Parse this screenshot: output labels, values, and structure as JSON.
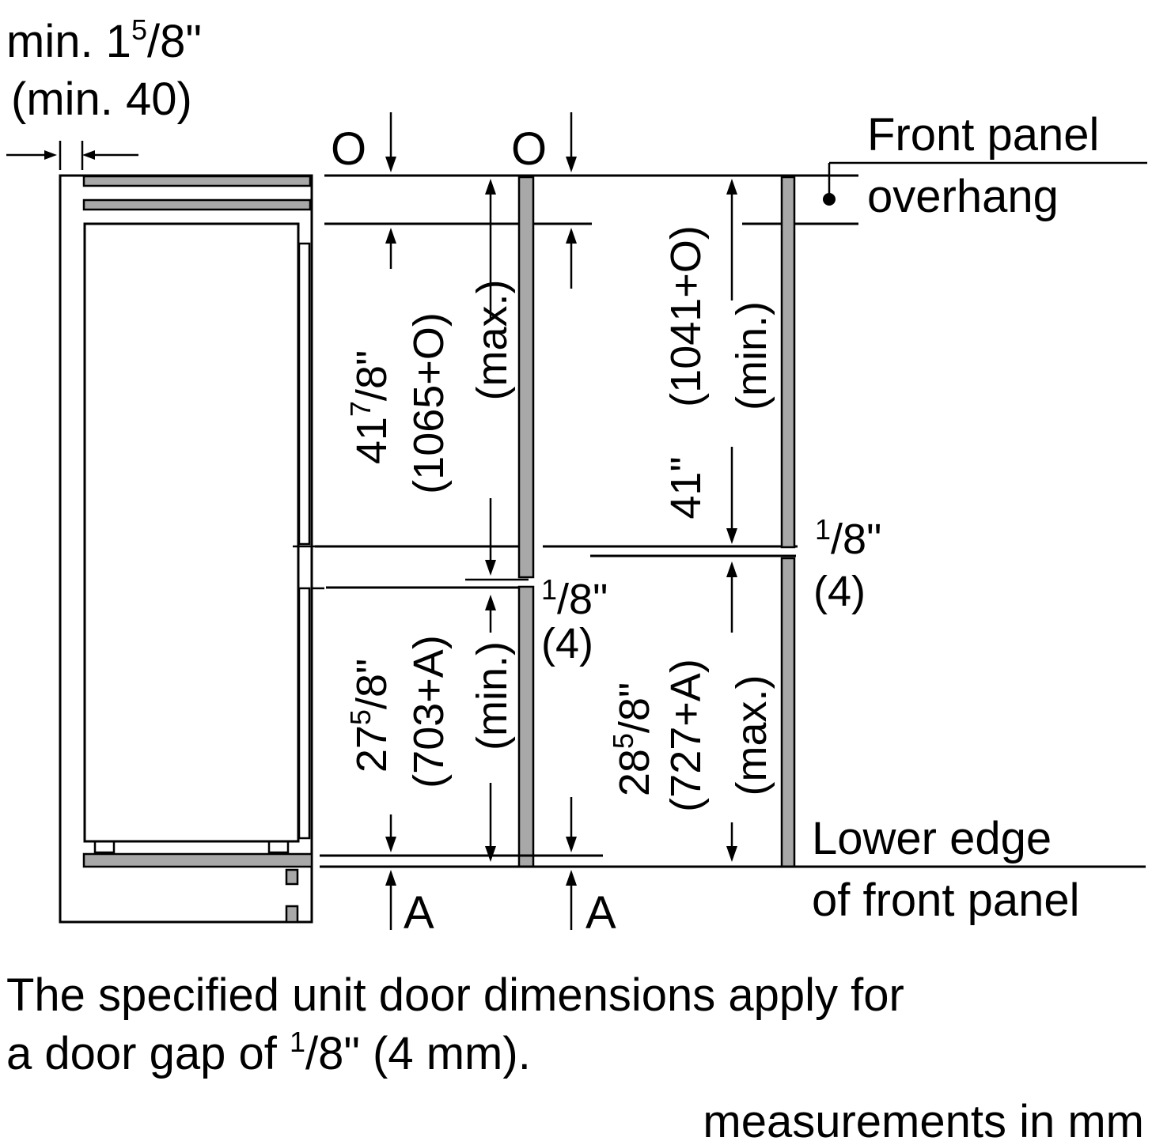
{
  "top_left": {
    "line1_main": "min. 1",
    "line1_sup": "5",
    "line1_frac": "/8\"",
    "line2": "(min. 40)"
  },
  "overhang_mark": "O",
  "allowance_mark": "A",
  "labels": {
    "front_panel_line1": "Front panel",
    "front_panel_line2": "overhang",
    "lower_edge_line1": "Lower edge",
    "lower_edge_line2": "of front panel"
  },
  "gap_mid": {
    "sup": "1",
    "frac": "/8\"",
    "mm": "(4)"
  },
  "gap_right": {
    "sup": "1",
    "frac": "/8\"",
    "mm": "(4)"
  },
  "dim_upper_max": {
    "main": "41",
    "sup": "7",
    "frac": "/8\"",
    "mm": "(1065+O)",
    "qual": "(max.)"
  },
  "dim_upper_min": {
    "inch": "41\"",
    "mm": "(1041+O)",
    "qual": "(min.)"
  },
  "dim_lower_min": {
    "main": "27",
    "sup": "5",
    "frac": "/8\"",
    "mm": "(703+A)",
    "qual": "(min.)"
  },
  "dim_lower_max": {
    "main": "28",
    "sup": "5",
    "frac": "/8\"",
    "mm": "(727+A)",
    "qual": "(max.)"
  },
  "note": {
    "line1": "The specified unit door dimensions apply for",
    "line2_pre": "a door gap of ",
    "line2_sup": "1",
    "line2_post": "/8\" (4 mm)."
  },
  "units_note": "measurements in mm"
}
